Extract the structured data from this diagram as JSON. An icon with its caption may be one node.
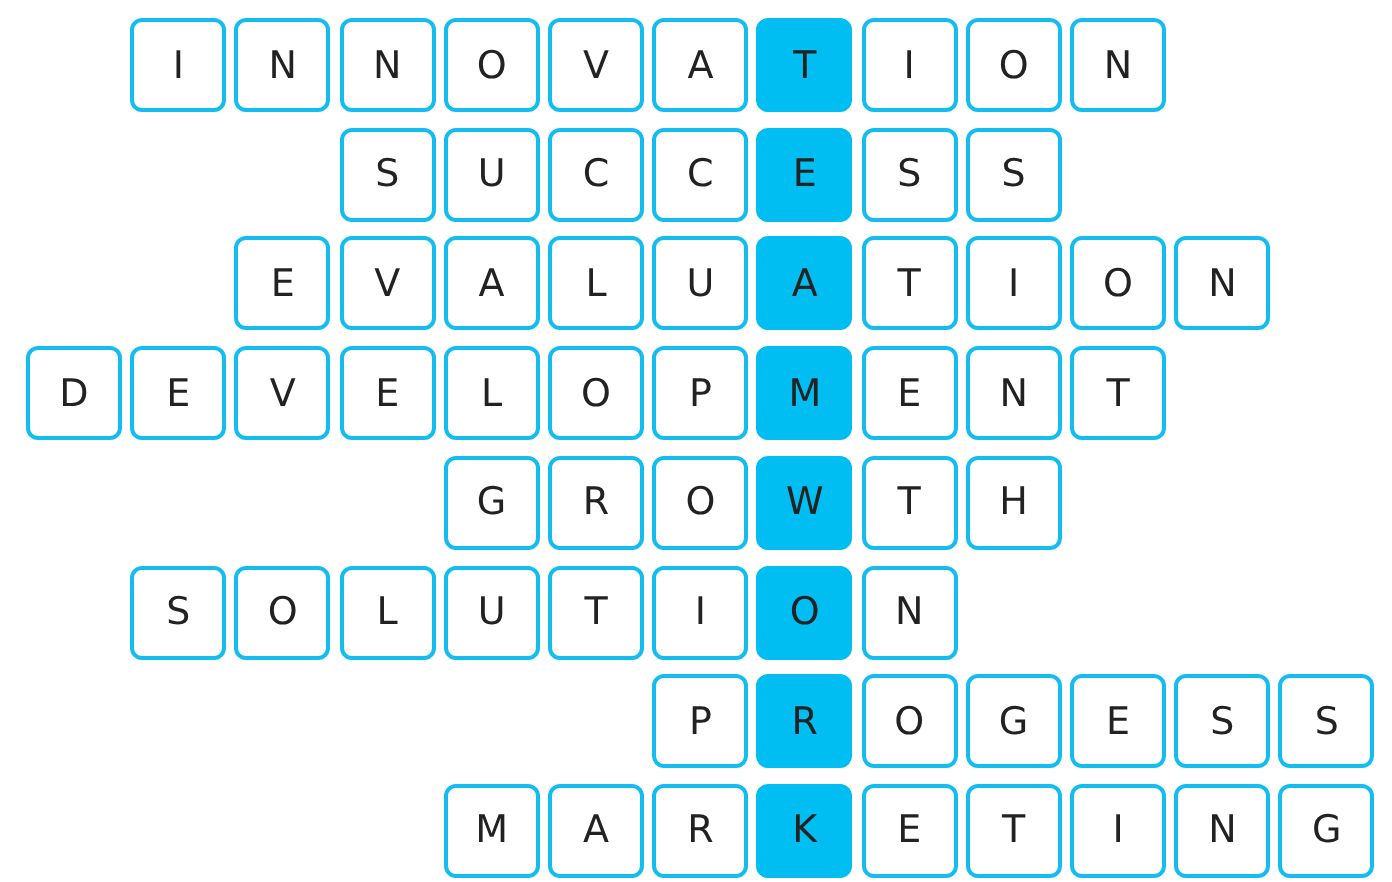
{
  "diagram": {
    "nodes": [
      {
        "text": [
          "I"
        ]
      },
      {
        "text": [
          "N"
        ]
      },
      {
        "text": [
          "N"
        ]
      },
      {
        "text": [
          "O"
        ]
      },
      {
        "text": [
          "V"
        ]
      },
      {
        "text": [
          "A"
        ]
      },
      {
        "text": [
          "T"
        ]
      },
      {
        "text": [
          "I"
        ]
      },
      {
        "text": [
          "O"
        ]
      },
      {
        "text": [
          "N"
        ]
      },
      {
        "text": [
          "S"
        ]
      },
      {
        "text": [
          "U"
        ]
      },
      {
        "text": [
          "C"
        ]
      },
      {
        "text": [
          "C"
        ]
      },
      {
        "text": [
          "E"
        ]
      },
      {
        "text": [
          "S"
        ]
      },
      {
        "text": [
          "S"
        ]
      },
      {
        "text": [
          "E"
        ]
      },
      {
        "text": [
          "V"
        ]
      },
      {
        "text": [
          "A"
        ]
      },
      {
        "text": [
          "L"
        ]
      },
      {
        "text": [
          "U"
        ]
      },
      {
        "text": [
          "A"
        ]
      },
      {
        "text": [
          "T"
        ]
      },
      {
        "text": [
          "I"
        ]
      },
      {
        "text": [
          "O"
        ]
      },
      {
        "text": [
          "N"
        ]
      },
      {
        "text": [
          "D"
        ]
      },
      {
        "text": [
          "E"
        ]
      },
      {
        "text": [
          "V"
        ]
      },
      {
        "text": [
          "E"
        ]
      },
      {
        "text": [
          "L"
        ]
      },
      {
        "text": [
          "O"
        ]
      },
      {
        "text": [
          "P"
        ]
      },
      {
        "text": [
          "M"
        ]
      },
      {
        "text": [
          "E"
        ]
      },
      {
        "text": [
          "N"
        ]
      },
      {
        "text": [
          "T"
        ]
      },
      {
        "text": [
          "G"
        ]
      },
      {
        "text": [
          "R"
        ]
      },
      {
        "text": [
          "O"
        ]
      },
      {
        "text": [
          "W"
        ]
      },
      {
        "text": [
          "T"
        ]
      },
      {
        "text": [
          "H"
        ]
      },
      {
        "text": [
          "S"
        ]
      },
      {
        "text": [
          "O"
        ]
      },
      {
        "text": [
          "L"
        ]
      },
      {
        "text": [
          "U"
        ]
      },
      {
        "text": [
          "T"
        ]
      },
      {
        "text": [
          "I"
        ]
      },
      {
        "text": [
          "O"
        ]
      },
      {
        "text": [
          "N"
        ]
      },
      {
        "text": [
          "P"
        ]
      },
      {
        "text": [
          "R"
        ]
      },
      {
        "text": [
          "O"
        ]
      },
      {
        "text": [
          "G"
        ]
      },
      {
        "text": [
          "E"
        ]
      },
      {
        "text": [
          "S"
        ]
      },
      {
        "text": [
          "S"
        ]
      },
      {
        "text": [
          "M"
        ]
      },
      {
        "text": [
          "A"
        ]
      },
      {
        "text": [
          "R"
        ]
      },
      {
        "text": [
          "K"
        ]
      },
      {
        "text": [
          "E"
        ]
      },
      {
        "text": [
          "T"
        ]
      },
      {
        "text": [
          "I"
        ]
      },
      {
        "text": [
          "N"
        ]
      },
      {
        "text": [
          "G"
        ]
      }
    ]
  }
}
